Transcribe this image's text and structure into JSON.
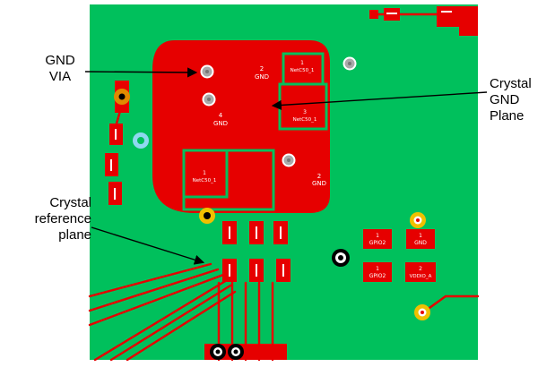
{
  "annotations": {
    "gnd_via": {
      "lines": [
        "GND",
        "VIA"
      ]
    },
    "crystal_gnd_plane": {
      "lines": [
        "Crystal",
        "GND",
        "Plane"
      ]
    },
    "crystal_reference_plane": {
      "lines": [
        "Crystal",
        "reference",
        "plane"
      ]
    }
  },
  "pcb": {
    "crystal_pads": [
      {
        "num": "2",
        "net": "GND"
      },
      {
        "num": "1",
        "net": "NetC50_1"
      },
      {
        "num": "4",
        "net": "GND"
      },
      {
        "num": "3",
        "net": "NetC50_1"
      },
      {
        "num": "1",
        "net": "NetC50_1"
      },
      {
        "num": "2",
        "net": "GND"
      }
    ],
    "io_pads": [
      {
        "num": "1",
        "net": "GPIO2"
      },
      {
        "num": "1",
        "net": "GPIO2"
      },
      {
        "num": "1",
        "net": "GND"
      },
      {
        "num": "2",
        "net": "VDDIO_A"
      }
    ]
  },
  "colors": {
    "board_green": "#00c05c",
    "copper_red": "#e60000",
    "via_gray": "#a9a9a9",
    "via_yellow": "#f0c000",
    "via_orange": "#e08a00",
    "via_blue": "#8fd8f0",
    "hole_black": "#000000",
    "label_text": "#000000",
    "pad_text": "#ffffff"
  }
}
